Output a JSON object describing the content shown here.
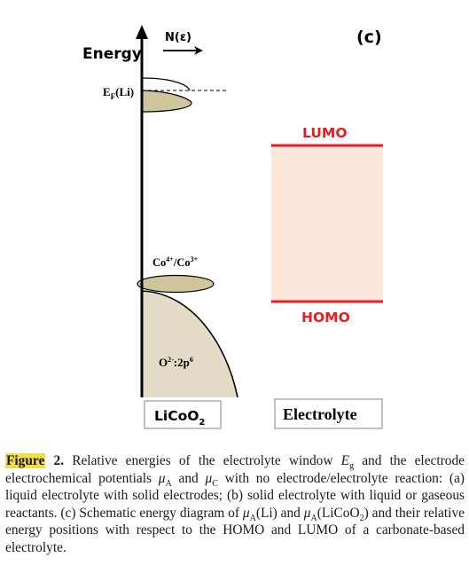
{
  "diagram": {
    "panel_label": "(c)",
    "energy_axis_label": "Energy",
    "dos_label": "N(ε)",
    "fermi_label_main": "E",
    "fermi_label_sub": "F",
    "fermi_label_rest": "(Li)",
    "cobalt_label_a": "Co",
    "cobalt_label_a_sup": "4+",
    "cobalt_label_b": "/Co",
    "cobalt_label_b_sup": "3+",
    "oxygen_label_a": "O",
    "oxygen_label_a_sup": "2-",
    "oxygen_label_b": ":2p",
    "oxygen_label_b_sup": "6",
    "lumo_label": "LUMO",
    "homo_label": "HOMO",
    "electrode_box_main": "LiCoO",
    "electrode_box_sub": "2",
    "electrolyte_box": "Electrolyte",
    "colors": {
      "band_fill": "#cfc59b",
      "oxygen_fill": "#e4dcc7",
      "window_fill": "#fde7da",
      "lumo_homo": "#e31d23"
    }
  },
  "caption": {
    "label": "Figure",
    "number": "2.",
    "t1": " Relative energies of the electrolyte window ",
    "eg": "E",
    "eg_sub": "g",
    "t2": " and the electrode electrochemical potentials ",
    "mu": "μ",
    "sub_a": "A",
    "t3": " and ",
    "sub_c": "C",
    "t4": " with no electrode/electrolyte reaction: (a) liquid electrolyte with solid electrodes; (b) solid electrolyte with liquid or gaseous reactants. (c) Schematic energy diagram of ",
    "t5": "(Li) and ",
    "t6": "(LiCoO",
    "t6_sub": "2",
    "t7": ") and their relative energy positions with respect to the HOMO and LUMO of a carbonate-based electrolyte."
  }
}
